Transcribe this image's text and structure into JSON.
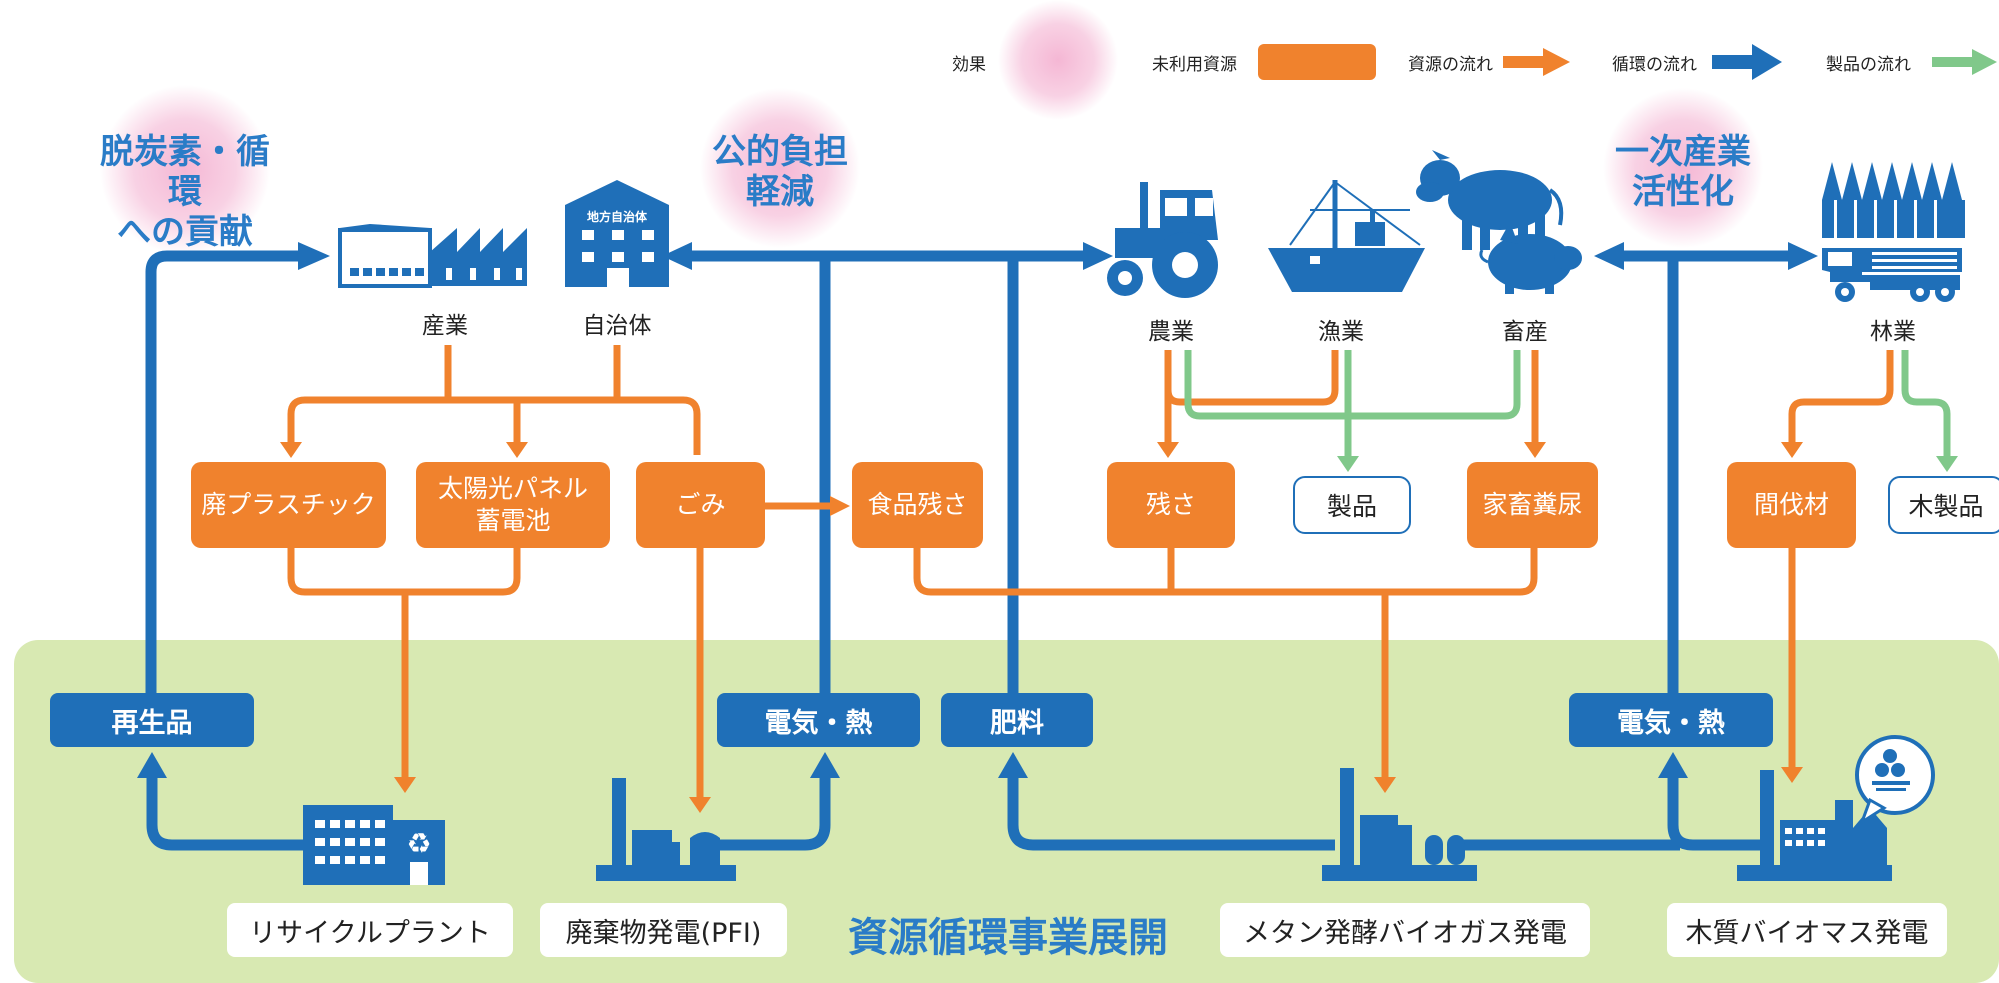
{
  "colors": {
    "orange": "#f0822d",
    "blue": "#1f6fb8",
    "green": "#80c88a",
    "panel": "#d8e9b2",
    "pink": "#f4b3d2",
    "effect_text": "#2a7cc7"
  },
  "legend": {
    "effect": "効果",
    "unused": "未利用資源",
    "resource_flow": "資源の流れ",
    "cycle_flow": "循環の流れ",
    "product_flow": "製品の流れ"
  },
  "effects": {
    "decarbon": "脱炭素・循環\nへの貢献",
    "public": "公的負担\n軽減",
    "primary": "一次産業\n活性化"
  },
  "sectors": {
    "industry": "産業",
    "municipality": "自治体",
    "municipality_sign": "地方自治体",
    "agriculture": "農業",
    "fishery": "漁業",
    "livestock": "畜産",
    "forestry": "林業"
  },
  "resources": {
    "plastic": "廃プラスチック",
    "solar": "太陽光パネル\n蓄電池",
    "garbage": "ごみ",
    "food": "食品残さ",
    "residue": "残さ",
    "manure": "家畜糞尿",
    "thinned": "間伐材"
  },
  "products": {
    "product": "製品",
    "wood_product": "木製品"
  },
  "outputs": {
    "recycled": "再生品",
    "power_heat_1": "電気・熱",
    "fertilizer": "肥料",
    "power_heat_2": "電気・熱"
  },
  "plants": {
    "recycle": "リサイクルプラント",
    "waste_power": "廃棄物発電(PFI)",
    "methane": "メタン発酵バイオガス発電",
    "biomass": "木質バイオマス発電"
  },
  "center_title": "資源循環事業展開"
}
